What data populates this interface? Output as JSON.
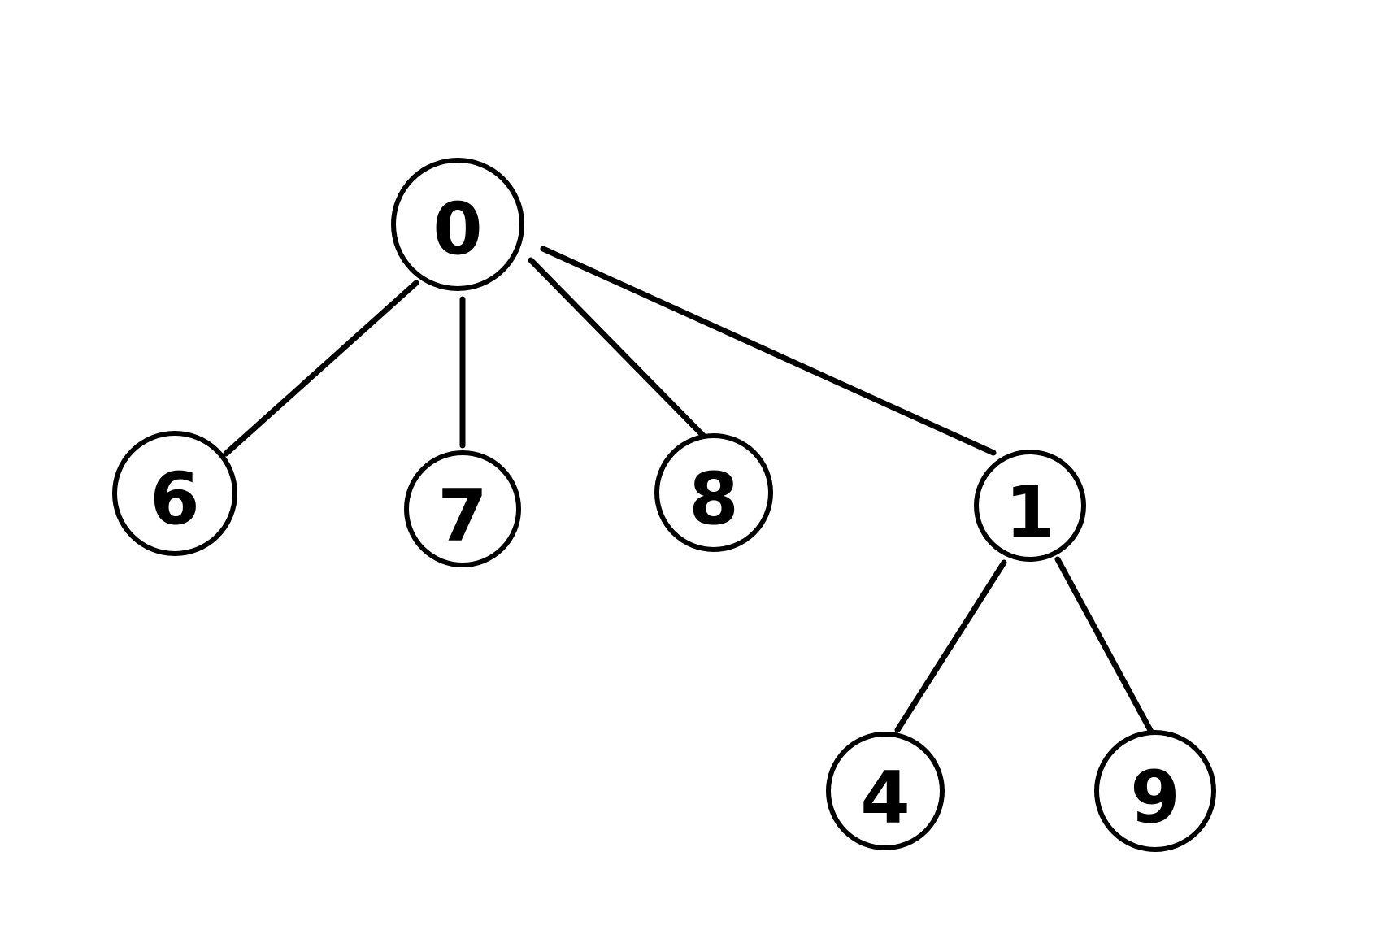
{
  "tree": {
    "nodes": [
      {
        "id": "0",
        "label": "0"
      },
      {
        "id": "6",
        "label": "6"
      },
      {
        "id": "7",
        "label": "7"
      },
      {
        "id": "8",
        "label": "8"
      },
      {
        "id": "1",
        "label": "1"
      },
      {
        "id": "4",
        "label": "4"
      },
      {
        "id": "9",
        "label": "9"
      }
    ],
    "edges": [
      {
        "from": "0",
        "to": "6"
      },
      {
        "from": "0",
        "to": "7"
      },
      {
        "from": "0",
        "to": "8"
      },
      {
        "from": "0",
        "to": "1"
      },
      {
        "from": "1",
        "to": "4"
      },
      {
        "from": "1",
        "to": "9"
      }
    ]
  }
}
